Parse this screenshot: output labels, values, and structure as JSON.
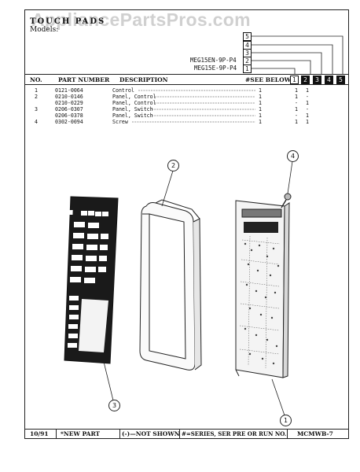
{
  "watermark": "AppliancePartsPros.com",
  "header": {
    "section_title": "TOUCH PADS",
    "models_label": "Models:",
    "models": [
      {
        "code": "MEG15EN-9P-P4",
        "column": "2"
      },
      {
        "code": "MEG15E-9P-P4",
        "column": "1"
      }
    ],
    "column_numbers_stacked": [
      "5",
      "4",
      "3",
      "2",
      "1"
    ],
    "column_numbers_row": [
      "1",
      "2",
      "3",
      "4",
      "5"
    ]
  },
  "table": {
    "headers": {
      "no": "NO.",
      "part_number": "PART NUMBER",
      "description": "DESCRIPTION",
      "see_below": "#SEE BELOW"
    },
    "rows": [
      {
        "no": "1",
        "part": "0121-0064",
        "desc": "Control",
        "qty": "1",
        "c1": "1",
        "c2": "1"
      },
      {
        "no": "2",
        "part": "0210-0146",
        "desc": "Panel, Control",
        "qty": "1",
        "c1": "1",
        "c2": "-"
      },
      {
        "no": "",
        "part": "0210-0229",
        "desc": "Panel, Control",
        "qty": "1",
        "c1": "-",
        "c2": "1"
      },
      {
        "no": "3",
        "part": "0206-0307",
        "desc": "Panel, Switch",
        "qty": "1",
        "c1": "1",
        "c2": "-"
      },
      {
        "no": "",
        "part": "0206-0378",
        "desc": "Panel, Switch",
        "qty": "1",
        "c1": "-",
        "c2": "1"
      },
      {
        "no": "4",
        "part": "0302-0094",
        "desc": "Screw",
        "qty": "1",
        "c1": "1",
        "c2": "1"
      }
    ]
  },
  "diagram": {
    "callouts": [
      "1",
      "2",
      "3",
      "4"
    ]
  },
  "footer": {
    "date": "10/91",
    "new_part": "*NEW PART",
    "not_shown": "(-)—NOT SHOWN",
    "series_note": "#=SERIES, SER PRE OR RUN NO.",
    "doc_code": "MCMWB-7"
  }
}
